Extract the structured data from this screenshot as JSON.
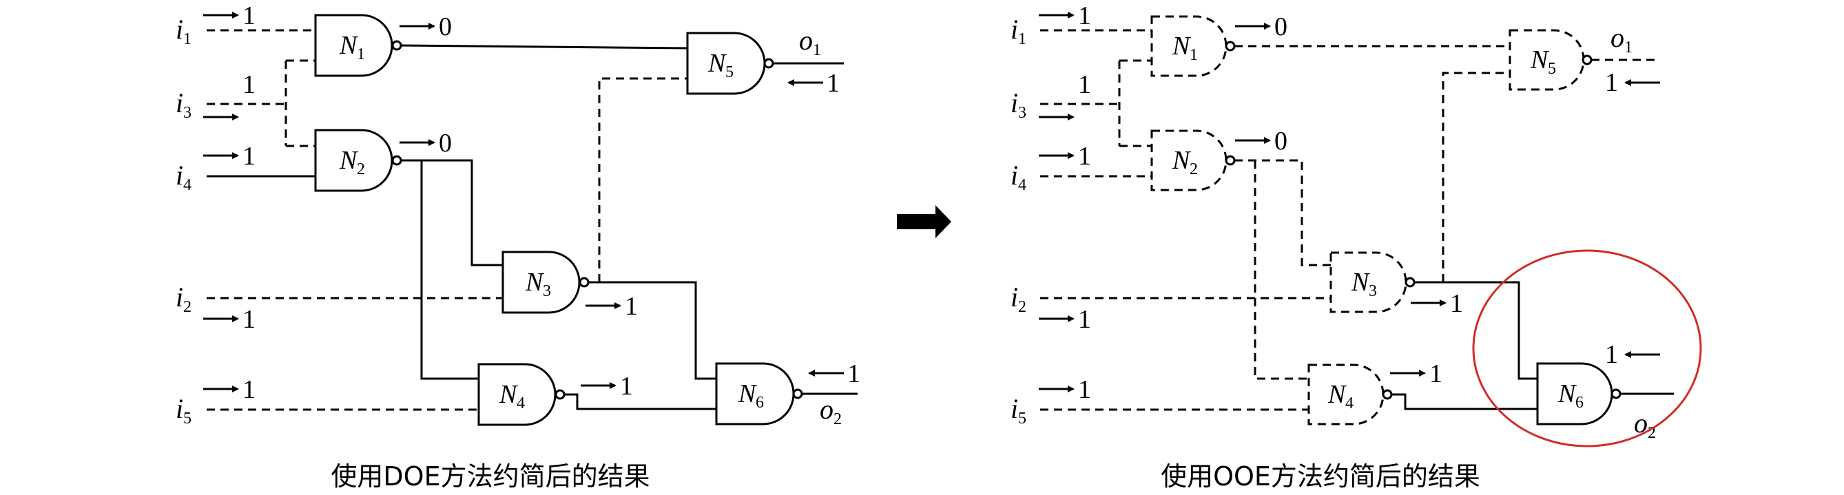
{
  "signals": {
    "one": "1",
    "zero": "0",
    "input_letter": "i",
    "output_letter": "o",
    "gate_letter": "N",
    "idx1": "1",
    "idx2": "2",
    "idx3": "3",
    "idx4": "4",
    "idx5": "5",
    "idx6": "6"
  },
  "captions": {
    "left": "使用DOE方法约简后的结果",
    "right": "使用OOE方法约简后的结果"
  },
  "colors": {
    "line": "#000000",
    "highlight_circle": "#d42a2a"
  }
}
